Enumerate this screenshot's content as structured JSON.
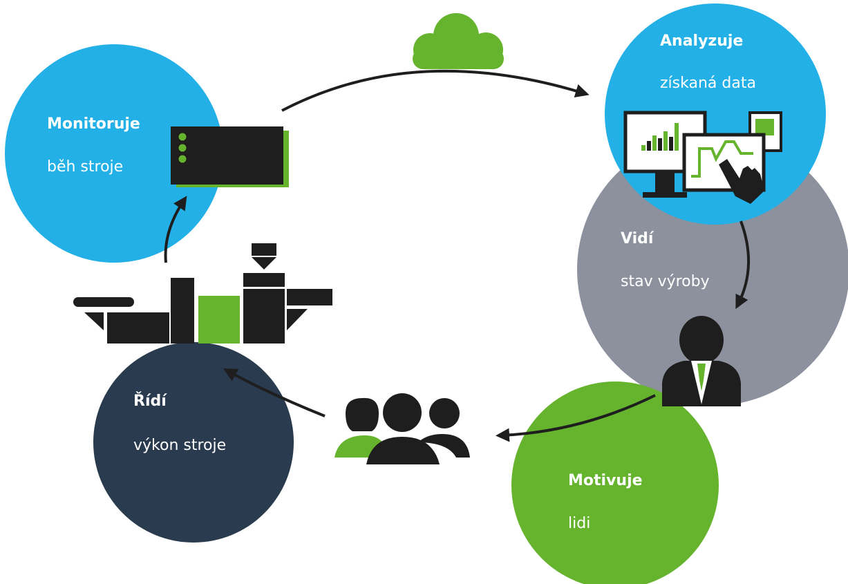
{
  "colors": {
    "blue": "#22b0e6",
    "gray": "#8c919d",
    "green": "#66b32e",
    "navy": "#2a3a4f",
    "dark": "#1e1e1e",
    "cloud": "#66b32e"
  },
  "stages": {
    "monitor": {
      "title": "Monitoruje",
      "subtitle": "běh stroje"
    },
    "analyze": {
      "title": "Analyzuje",
      "subtitle": "získaná data"
    },
    "see": {
      "title": "Vidí",
      "subtitle": "stav výroby"
    },
    "motivate": {
      "title": "Motivuje",
      "subtitle": "lidi"
    },
    "control": {
      "title": "Řídí",
      "subtitle": "výkon stroje"
    }
  },
  "icons": [
    "cloud-icon",
    "controller-box-icon",
    "monitors-chart-icon",
    "manager-person-icon",
    "team-people-icon",
    "machine-icon"
  ]
}
